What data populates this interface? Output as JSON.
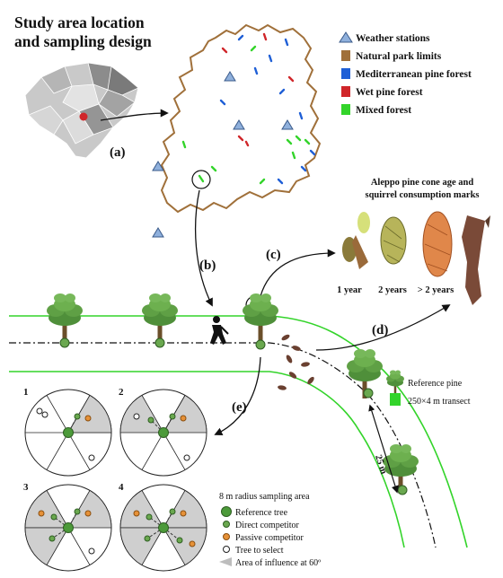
{
  "title": [
    "Study area location",
    "and sampling design"
  ],
  "legend": [
    {
      "label": "Weather stations",
      "symbol": "triangle",
      "color": "#8fb0dc"
    },
    {
      "label": "Natural park limits",
      "symbol": "square",
      "color": "#a0703a"
    },
    {
      "label": "Mediterranean pine forest",
      "symbol": "square",
      "color": "#1f5fd6"
    },
    {
      "label": "Wet pine forest",
      "symbol": "square",
      "color": "#d0262a"
    },
    {
      "label": "Mixed forest",
      "symbol": "square",
      "color": "#33d42a"
    }
  ],
  "step_labels": {
    "a": "(a)",
    "b": "(b)",
    "c": "(c)",
    "d": "(d)",
    "e": "(e)"
  },
  "cones": {
    "title": [
      "Aleppo pine cone age and",
      "squirrel consumption marks"
    ],
    "ages": [
      "1 year",
      "2 years",
      "> 2 years"
    ]
  },
  "transect_legend": {
    "reference_pine": "Reference pine",
    "transect": "250×4 m transect"
  },
  "distance_label": "25 m",
  "panel_numbers": [
    "1",
    "2",
    "3",
    "4"
  ],
  "sampling_legend": {
    "title": "8 m radius sampling area",
    "items": [
      {
        "label": "Reference tree",
        "color": "#4c9a3a"
      },
      {
        "label": "Direct competitor",
        "color": "#6aa84f"
      },
      {
        "label": "Passive competitor",
        "color": "#e69138"
      },
      {
        "label": "Tree to select",
        "color": "#ffffff"
      },
      {
        "label": "Area of influence at 60º",
        "color": "#bdbdbd"
      }
    ]
  }
}
